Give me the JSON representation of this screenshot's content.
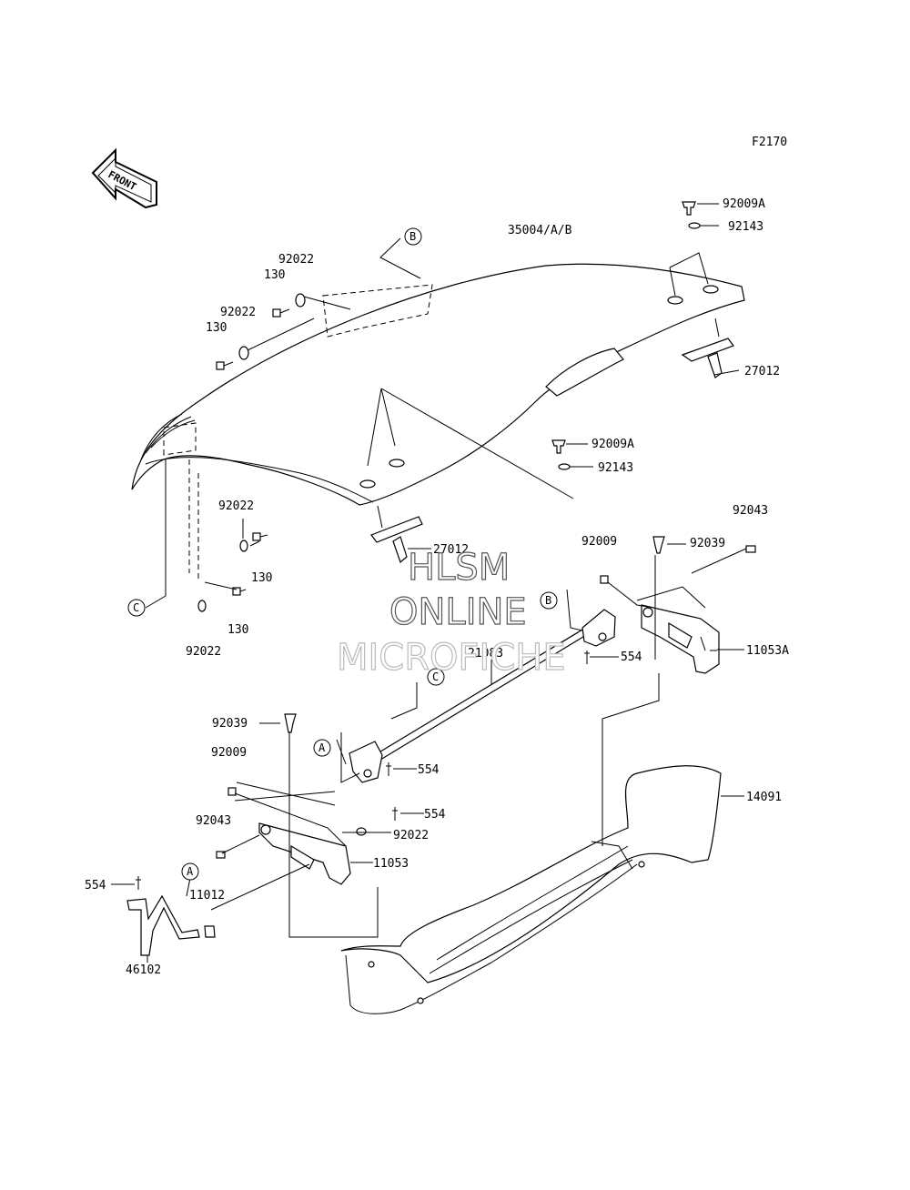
{
  "figure_code": "F2170",
  "front_arrow_label": "FRONT",
  "watermark": [
    "HLSM",
    "ONLINE",
    "MICROFICHE"
  ],
  "callouts": {
    "circle_a": "A",
    "circle_b": "B",
    "circle_c": "C"
  },
  "parts": [
    {
      "id": "p1",
      "label": "35004/A/B"
    },
    {
      "id": "p2",
      "label": "92009A"
    },
    {
      "id": "p3",
      "label": "92143"
    },
    {
      "id": "p4",
      "label": "27012"
    },
    {
      "id": "p5",
      "label": "92022"
    },
    {
      "id": "p6",
      "label": "130"
    },
    {
      "id": "p7",
      "label": "92022"
    },
    {
      "id": "p8",
      "label": "130"
    },
    {
      "id": "p9",
      "label": "92009A"
    },
    {
      "id": "p10",
      "label": "92143"
    },
    {
      "id": "p11",
      "label": "27012"
    },
    {
      "id": "p12",
      "label": "92022"
    },
    {
      "id": "p13",
      "label": "130"
    },
    {
      "id": "p14",
      "label": "130"
    },
    {
      "id": "p15",
      "label": "92022"
    },
    {
      "id": "p16",
      "label": "92043"
    },
    {
      "id": "p17",
      "label": "92009"
    },
    {
      "id": "p18",
      "label": "92039"
    },
    {
      "id": "p19",
      "label": "11053A"
    },
    {
      "id": "p20",
      "label": "554"
    },
    {
      "id": "p21",
      "label": "21083"
    },
    {
      "id": "p22",
      "label": "92039"
    },
    {
      "id": "p23",
      "label": "554"
    },
    {
      "id": "p24",
      "label": "92009"
    },
    {
      "id": "p25",
      "label": "554"
    },
    {
      "id": "p26",
      "label": "92022"
    },
    {
      "id": "p27",
      "label": "92043"
    },
    {
      "id": "p28",
      "label": "11053"
    },
    {
      "id": "p29",
      "label": "14091"
    },
    {
      "id": "p30",
      "label": "554"
    },
    {
      "id": "p31",
      "label": "11012"
    },
    {
      "id": "p32",
      "label": "46102"
    }
  ]
}
